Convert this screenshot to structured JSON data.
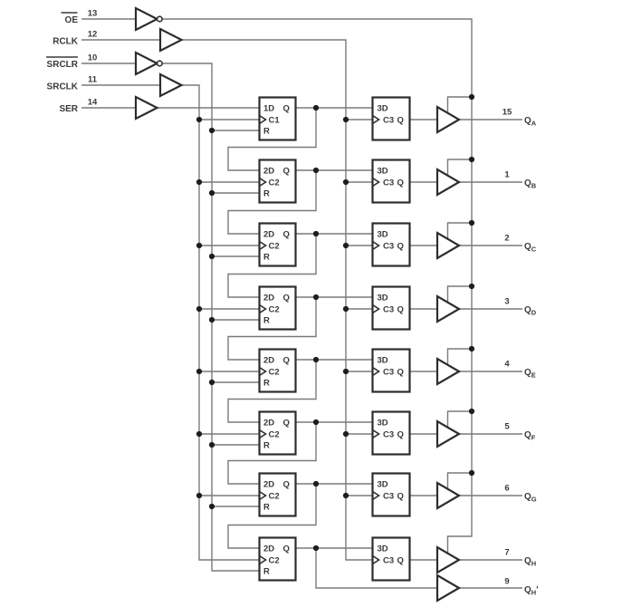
{
  "colors": {
    "wire": "#7a7a7a",
    "outline": "#2d2d2d",
    "text": "#3a3a3a",
    "background": "#ffffff"
  },
  "inputs": [
    {
      "label": "OE",
      "pin": "13",
      "overline": true,
      "inverted": true
    },
    {
      "label": "RCLK",
      "pin": "12",
      "overline": false,
      "inverted": false
    },
    {
      "label": "SRCLR",
      "pin": "10",
      "overline": true,
      "inverted": true
    },
    {
      "label": "SRCLK",
      "pin": "11",
      "overline": false,
      "inverted": false
    },
    {
      "label": "SER",
      "pin": "14",
      "overline": false,
      "inverted": false
    }
  ],
  "stages": [
    {
      "ff": {
        "d": "1D",
        "q": "Q",
        "clk": "C1",
        "r": "R"
      },
      "latch": {
        "d": "3D",
        "clk": "C3",
        "q": "Q"
      },
      "out": {
        "pin": "15",
        "main": "Q",
        "sub": "A"
      }
    },
    {
      "ff": {
        "d": "2D",
        "q": "Q",
        "clk": "C2",
        "r": "R"
      },
      "latch": {
        "d": "3D",
        "clk": "C3",
        "q": "Q"
      },
      "out": {
        "pin": "1",
        "main": "Q",
        "sub": "B"
      }
    },
    {
      "ff": {
        "d": "2D",
        "q": "Q",
        "clk": "C2",
        "r": "R"
      },
      "latch": {
        "d": "3D",
        "clk": "C3",
        "q": "Q"
      },
      "out": {
        "pin": "2",
        "main": "Q",
        "sub": "C"
      }
    },
    {
      "ff": {
        "d": "2D",
        "q": "Q",
        "clk": "C2",
        "r": "R"
      },
      "latch": {
        "d": "3D",
        "clk": "C3",
        "q": "Q"
      },
      "out": {
        "pin": "3",
        "main": "Q",
        "sub": "D"
      }
    },
    {
      "ff": {
        "d": "2D",
        "q": "Q",
        "clk": "C2",
        "r": "R"
      },
      "latch": {
        "d": "3D",
        "clk": "C3",
        "q": "Q"
      },
      "out": {
        "pin": "4",
        "main": "Q",
        "sub": "E"
      }
    },
    {
      "ff": {
        "d": "2D",
        "q": "Q",
        "clk": "C2",
        "r": "R"
      },
      "latch": {
        "d": "3D",
        "clk": "C3",
        "q": "Q"
      },
      "out": {
        "pin": "5",
        "main": "Q",
        "sub": "F"
      }
    },
    {
      "ff": {
        "d": "2D",
        "q": "Q",
        "clk": "C2",
        "r": "R"
      },
      "latch": {
        "d": "3D",
        "clk": "C3",
        "q": "Q"
      },
      "out": {
        "pin": "6",
        "main": "Q",
        "sub": "G"
      }
    },
    {
      "ff": {
        "d": "2D",
        "q": "Q",
        "clk": "C2",
        "r": "R"
      },
      "latch": {
        "d": "3D",
        "clk": "C3",
        "q": "Q"
      },
      "out": {
        "pin": "7",
        "main": "Q",
        "sub": "H"
      }
    }
  ],
  "extra_output": {
    "pin": "9",
    "main": "Q",
    "sub": "H",
    "prime": "'"
  }
}
